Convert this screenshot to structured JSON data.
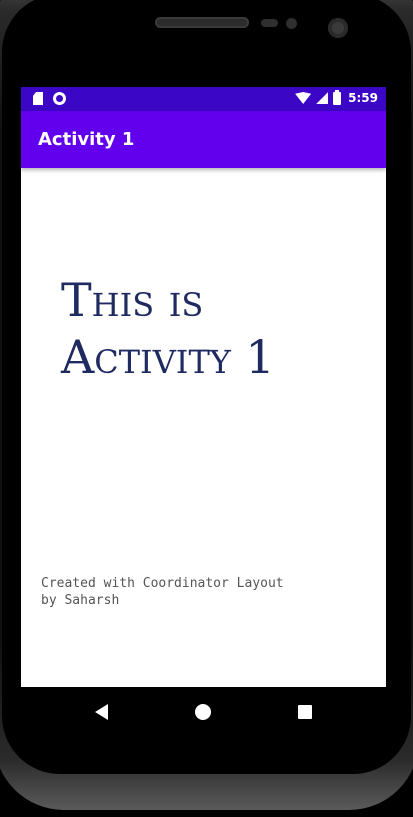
{
  "status_bar": {
    "time": "5:59",
    "left_icons": [
      "sd-card-icon",
      "notification-circle-icon"
    ],
    "right_icons": [
      "wifi-icon",
      "signal-icon",
      "battery-icon"
    ]
  },
  "app_bar": {
    "title": "Activity 1",
    "color": "#6200ee",
    "status_color": "#3b06c6"
  },
  "content": {
    "heading_line1": "This is",
    "heading_line2": "Activity 1",
    "heading_color": "#1f2a60",
    "footer_line1": "Created with Coordinator Layout",
    "footer_line2": "by Saharsh"
  },
  "nav_bar": {
    "buttons": [
      "back-icon",
      "home-icon",
      "recents-icon"
    ]
  }
}
